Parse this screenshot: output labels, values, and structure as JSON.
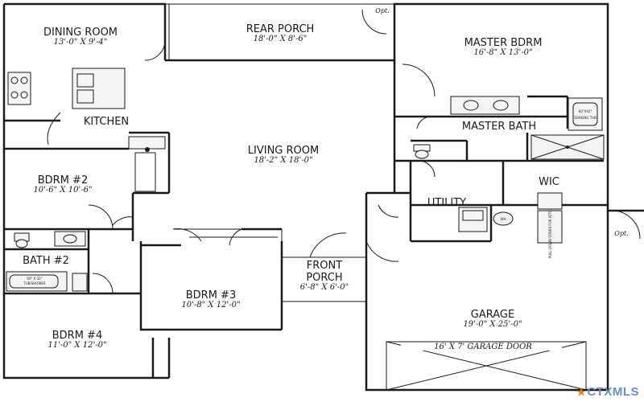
{
  "rooms": {
    "dining_room": {
      "name": "DINING ROOM",
      "size": "13'-0\" X 9'-4\""
    },
    "rear_porch": {
      "name": "REAR PORCH",
      "size": "18'-0\" X 8'-6\""
    },
    "master_bedroom": {
      "name": "MASTER BDRM",
      "size": "16'-8\" X 13'-0\""
    },
    "kitchen": {
      "name": "KITCHEN"
    },
    "master_bath": {
      "name": "MASTER BATH"
    },
    "living_room": {
      "name": "LIVING ROOM",
      "size": "18'-2\" X 18'-0\""
    },
    "bedroom_2": {
      "name": "BDRM #2",
      "size": "10'-6\" X 10'-6\""
    },
    "wic": {
      "name": "WIC"
    },
    "utility": {
      "name": "UTILITY"
    },
    "bath_2": {
      "name": "BATH #2"
    },
    "front_porch": {
      "name_line1": "FRONT",
      "name_line2": "PORCH",
      "size": "6'-8\" X 6'-0\""
    },
    "bedroom_3": {
      "name": "BDRM #3",
      "size": "10'-8\" X 12'-0\""
    },
    "garage": {
      "name": "GARAGE",
      "size": "19'-0\" X 25'-0\""
    },
    "bedroom_4": {
      "name": "BDRM #4",
      "size": "11'-0\" X 12'-0\""
    }
  },
  "annotations": {
    "opt_top": "Opt.",
    "opt_right": "Opt.",
    "garage_door": "16' X 7' GARAGE DOOR",
    "tub_label": "60\" X 32\"",
    "tub_sublabel": "TUB/SHOWER",
    "wh_label": "WH",
    "bath_tub_label": "60\"X42\"",
    "soaking_tub": "SOAKING TUB",
    "garage_panel": "PULL DOWN STAIRS FOR ATTIC ACCESS"
  },
  "watermark": {
    "text": "CTXMLS"
  }
}
